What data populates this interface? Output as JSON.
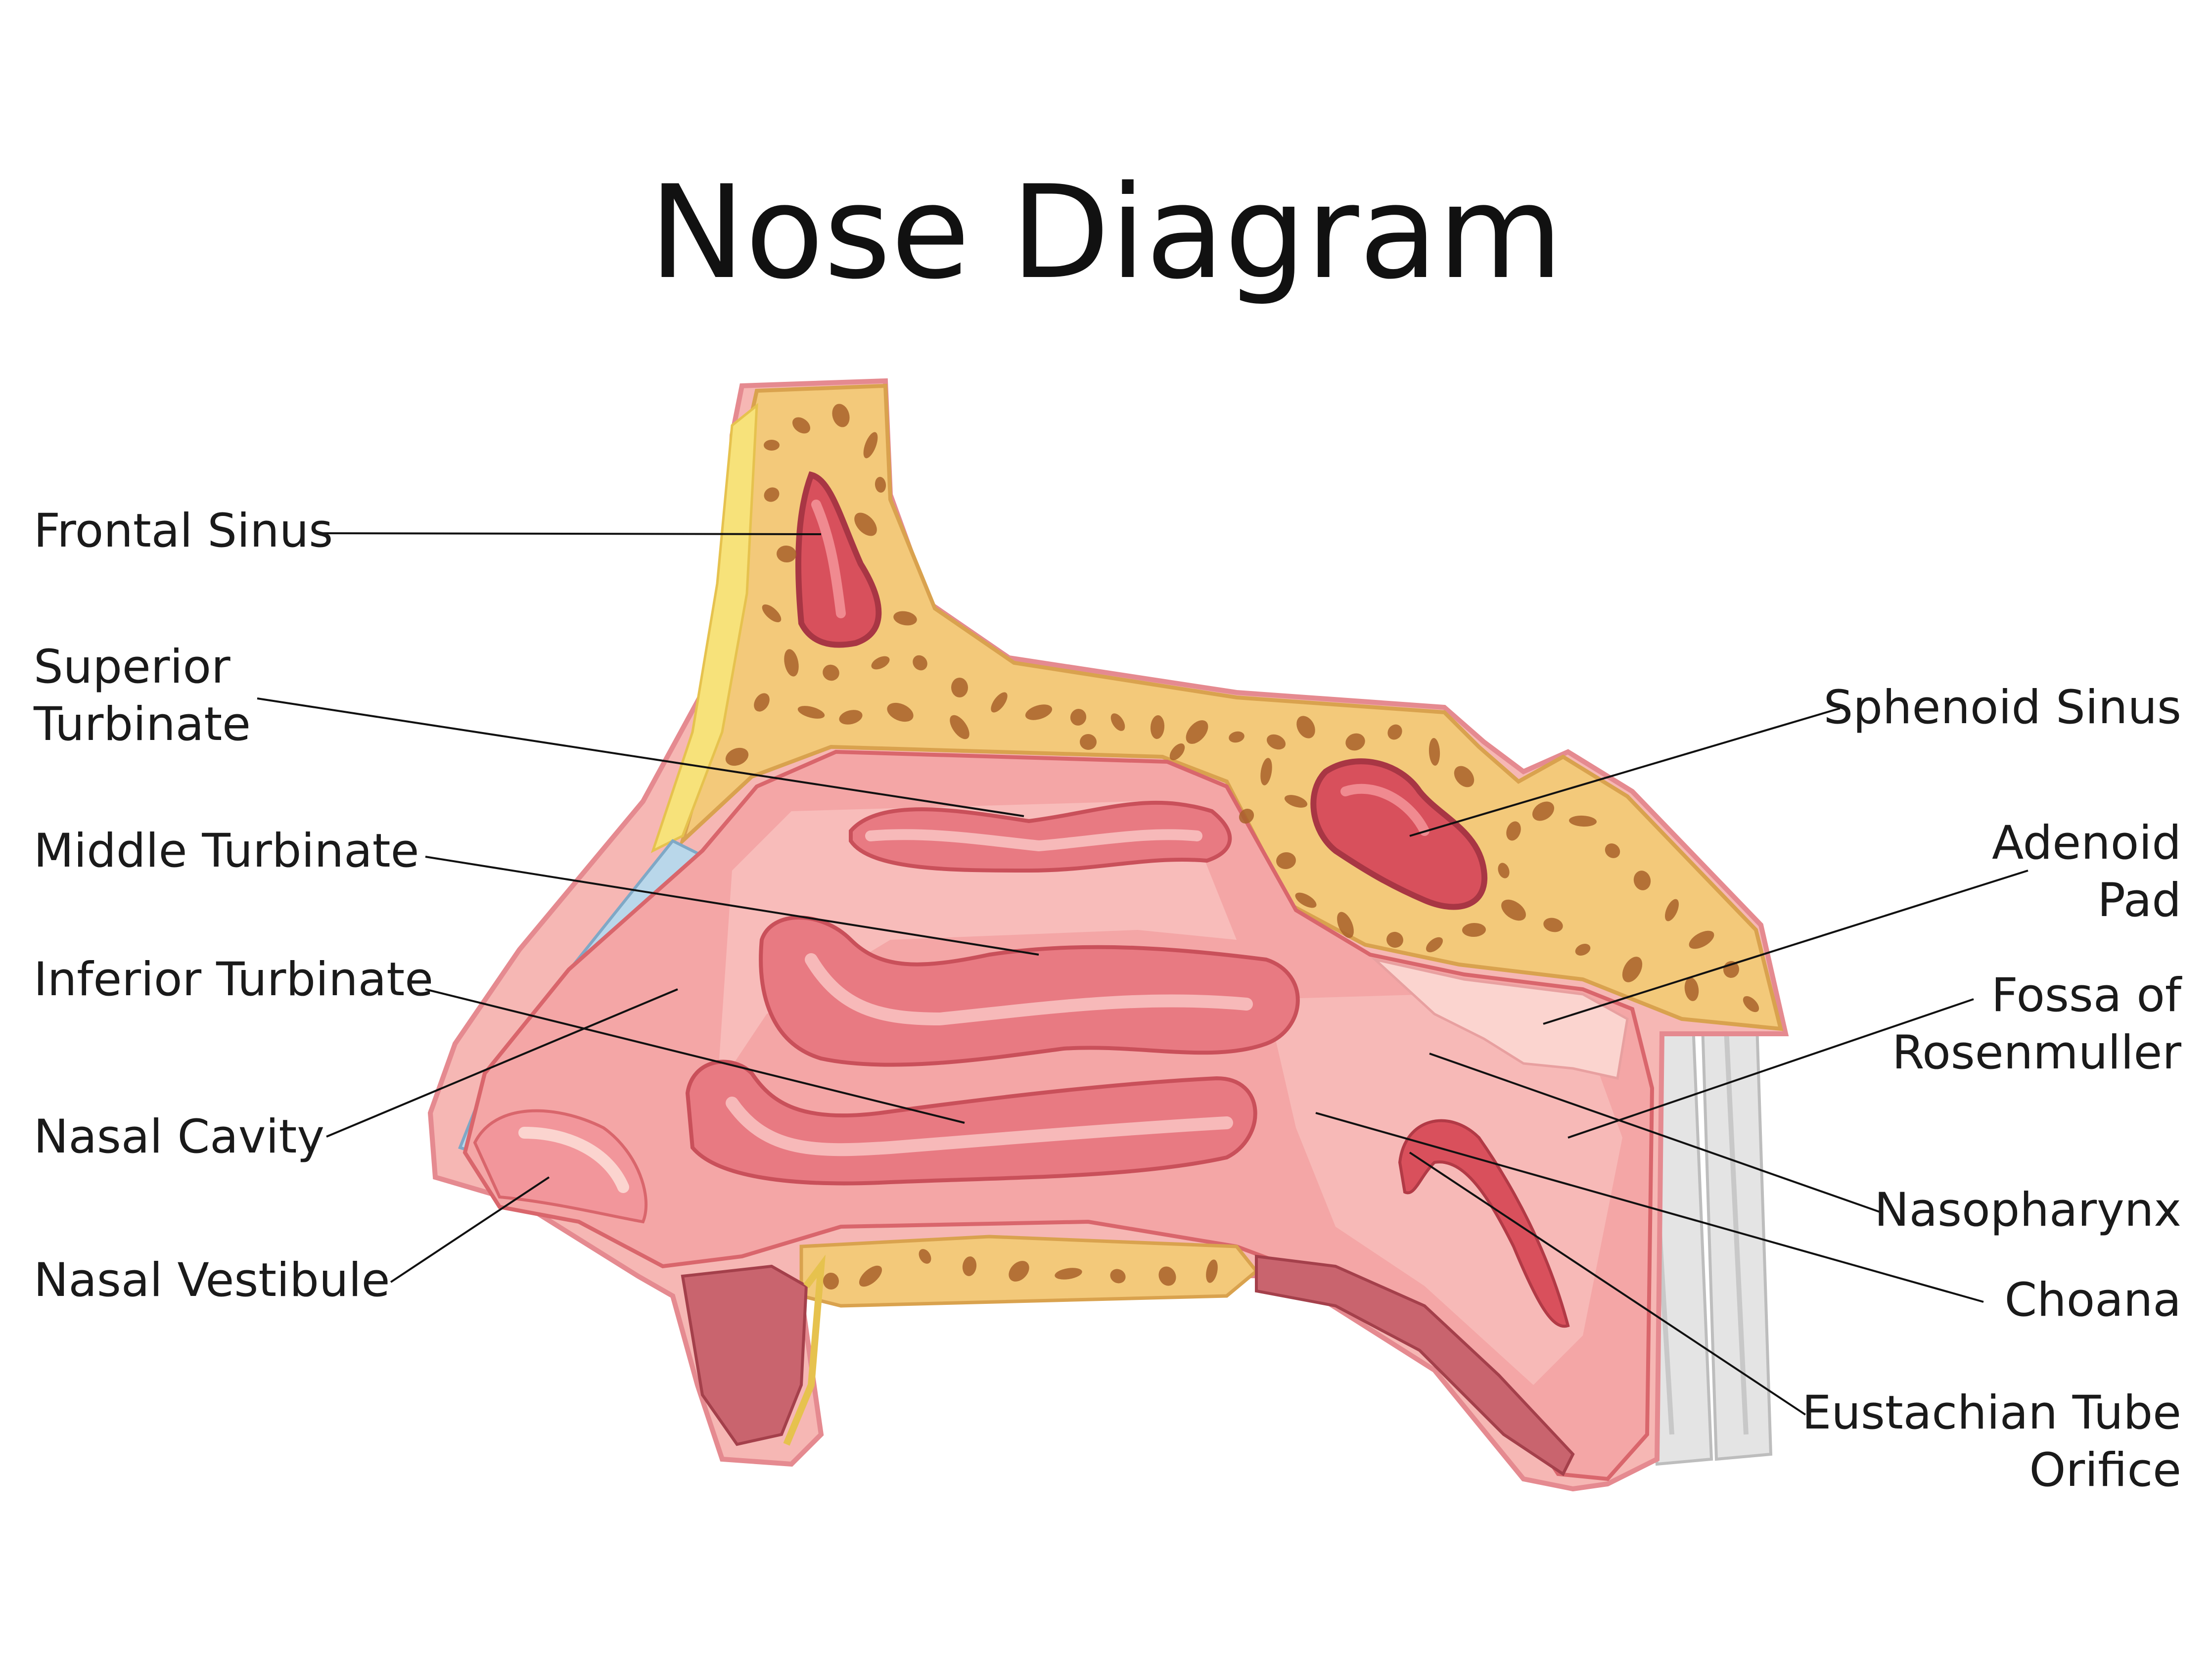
{
  "title": "Nose Diagram",
  "labels": {
    "frontal_sinus": "Frontal Sinus",
    "superior_turbinate": [
      "Superior",
      "Turbinate"
    ],
    "middle_turbinate": "Middle Turbinate",
    "inferior_turbinate": "Inferior Turbinate",
    "nasal_cavity": "Nasal Cavity",
    "nasal_vestibule": "Nasal Vestibule",
    "sphenoid_sinus": "Sphenoid Sinus",
    "adenoid_pad": [
      "Adenoid",
      "Pad"
    ],
    "fossa_of_rosenmuller": [
      "Fossa of",
      "Rosenmuller"
    ],
    "nasopharynx": "Nasopharynx",
    "choana": "Choana",
    "eustachian_tube_orifice": [
      "Eustachian Tube",
      "Orifice"
    ]
  },
  "colors": {
    "bone": "#f3c97a",
    "bone_edge": "#d9a24e",
    "bone_pore": "#a8612a",
    "mucosa": "#f4a6a6",
    "mucosa_light": "#f9c6c3",
    "mucosa_dark": "#d9666c",
    "sinus_fill": "#d8505c",
    "fat": "#f7e27a",
    "cartilage": "#b9d7ea",
    "muscle": "#c9646e",
    "skin_edge": "#e8888e",
    "vertebra": "#e6e6e6"
  }
}
